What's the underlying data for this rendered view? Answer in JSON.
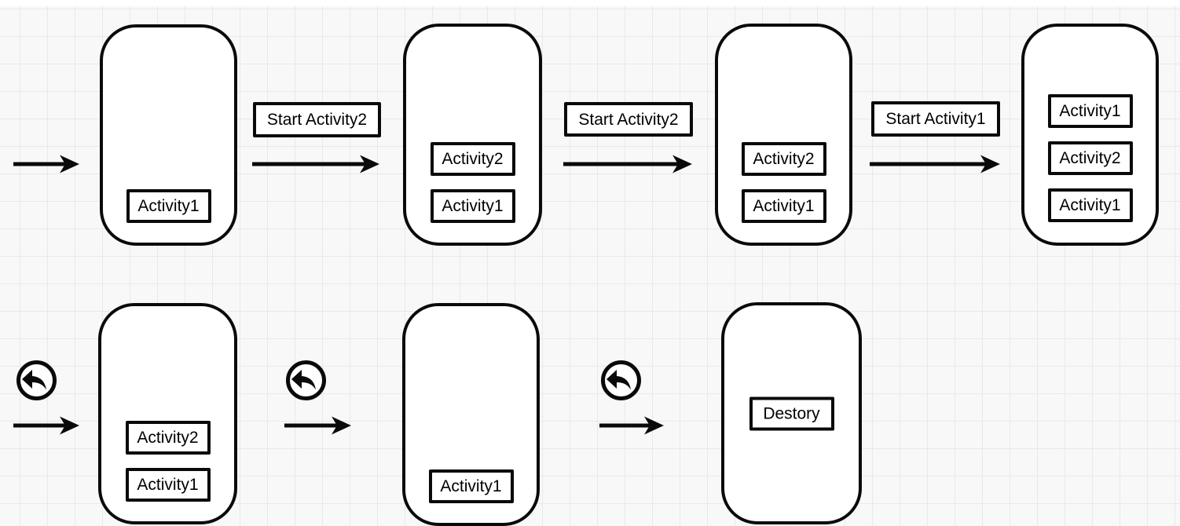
{
  "colors": {
    "stroke": "#0a0a0a",
    "shape_fill": "#ffffff",
    "canvas_bg": "#f8f8f8",
    "grid_line": "#e9e9e9"
  },
  "phones": [
    {
      "stack": [
        "Activity1"
      ]
    },
    {
      "stack": [
        "Activity1",
        "Activity2"
      ]
    },
    {
      "stack": [
        "Activity1",
        "Activity2"
      ]
    },
    {
      "stack": [
        "Activity1",
        "Activity2",
        "Activity1"
      ]
    },
    {
      "stack": [
        "Activity1",
        "Activity2"
      ]
    },
    {
      "stack": [
        "Activity1"
      ]
    },
    {
      "stack": [
        "Destory"
      ]
    }
  ],
  "transitions": [
    {
      "label": "Start Activity2"
    },
    {
      "label": "Start Activity2"
    },
    {
      "label": "Start Activity1"
    }
  ],
  "icons": {
    "back": "back-arrow-icon",
    "flow": "flow-arrow"
  }
}
